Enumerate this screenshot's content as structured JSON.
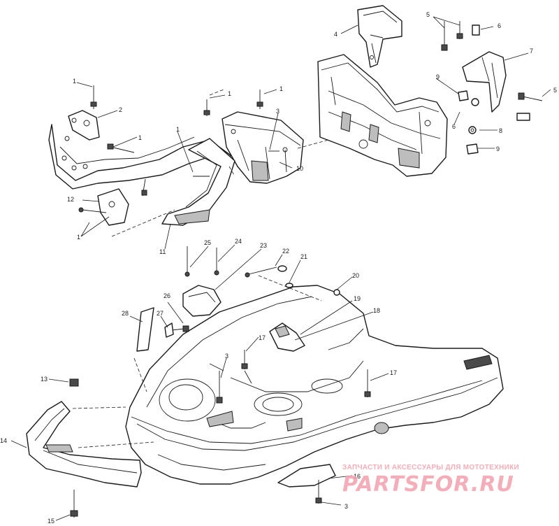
{
  "diagram": {
    "callouts": [
      "1",
      "1",
      "1",
      "1",
      "1",
      "1",
      "2",
      "3",
      "3",
      "3",
      "4",
      "5",
      "5",
      "6",
      "6",
      "7",
      "8",
      "9",
      "9",
      "10",
      "11",
      "12",
      "13",
      "14",
      "15",
      "16",
      "17",
      "17",
      "18",
      "19",
      "20",
      "21",
      "22",
      "23",
      "24",
      "25",
      "26",
      "27",
      "28"
    ]
  },
  "watermark": {
    "tagline": "ЗАПЧАСТИ И АКСЕССУАРЫ ДЛЯ МОТОТЕХНИКИ",
    "logo": "PARTSFOR.RU"
  },
  "colors": {
    "line": "#1a1a1a",
    "watermark": "#f3a0ad"
  }
}
